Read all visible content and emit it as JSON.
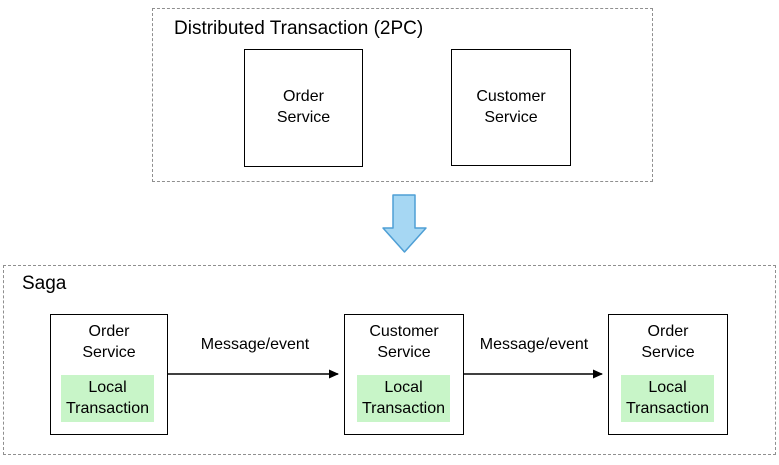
{
  "colors": {
    "local_transaction_fill": "#c8f5c8",
    "transform_arrow_fill": "#a6d7f3",
    "transform_arrow_stroke": "#4f9fd5",
    "container_dash_border": "#8f8f8f"
  },
  "top_section": {
    "title": "Distributed Transaction (2PC)",
    "nodes": [
      {
        "label": "Order\nService"
      },
      {
        "label": "Customer\nService"
      }
    ]
  },
  "saga_section": {
    "title": "Saga",
    "nodes": [
      {
        "label": "Order\nService",
        "sub_label": "Local\nTransaction"
      },
      {
        "label": "Customer\nService",
        "sub_label": "Local\nTransaction"
      },
      {
        "label": "Order\nService",
        "sub_label": "Local\nTransaction"
      }
    ],
    "edges": [
      {
        "label": "Message/event"
      },
      {
        "label": "Message/event"
      }
    ]
  }
}
